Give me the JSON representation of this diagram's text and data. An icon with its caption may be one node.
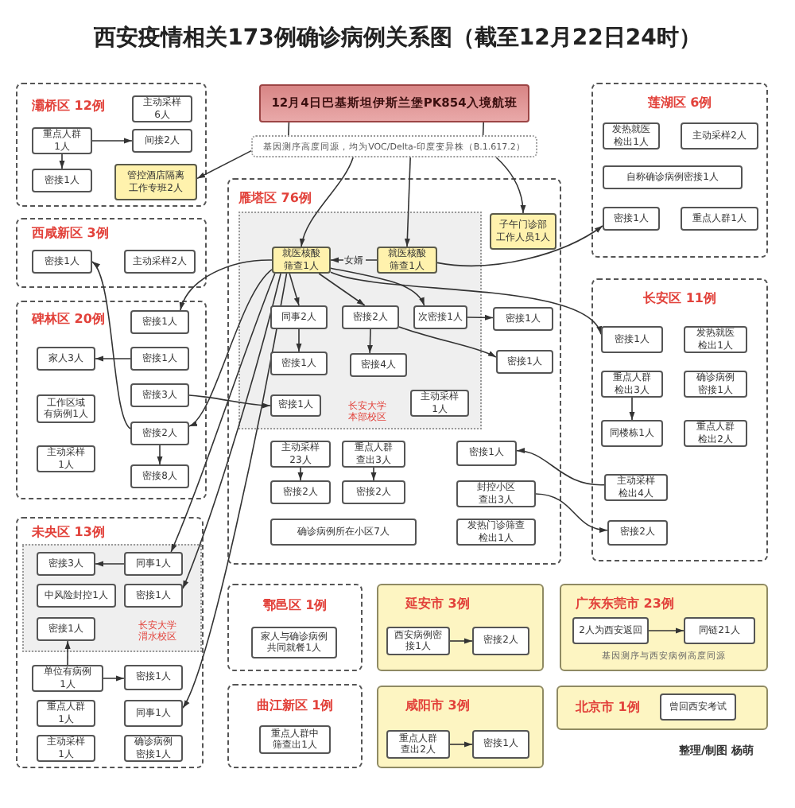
{
  "diagram": {
    "title": "西安疫情相关173例确诊病例关系图（截至12月22日24时）",
    "nodes": [
      {
        "text": [
          "灞桥区 12例"
        ]
      },
      {
        "text": [
          "主动采样6人"
        ],
        "in": 0
      },
      {
        "text": [
          "重点人群1人"
        ],
        "in": 0
      },
      {
        "text": [
          "间接2人"
        ],
        "in": 0
      },
      {
        "text": [
          "密接1人"
        ],
        "in": 0
      },
      {
        "text": [
          "管控酒店隔离工作专班2人"
        ],
        "in": 0
      },
      {
        "text": [
          "12月4日巴基斯坦伊斯兰堡PK854入境航班"
        ]
      },
      {
        "text": [
          "基因测序高度同源，均为VOC/Delta-印度变异株（B.1.617.2）"
        ]
      },
      {
        "text": [
          "莲湖区 6例"
        ]
      },
      {
        "text": [
          "发热就医检出1人"
        ],
        "in": 8
      },
      {
        "text": [
          "主动采样2人"
        ],
        "in": 8
      },
      {
        "text": [
          "自称确诊病例密接1人"
        ],
        "in": 8
      },
      {
        "text": [
          "密接1人"
        ],
        "in": 8
      },
      {
        "text": [
          "重点人群1人"
        ],
        "in": 8
      },
      {
        "text": [
          "西咸新区 3例"
        ]
      },
      {
        "text": [
          "密接1人"
        ],
        "in": 14
      },
      {
        "text": [
          "主动采样2人"
        ],
        "in": 14
      },
      {
        "text": [
          "雁塔区 76例"
        ]
      },
      {
        "text": [
          "长安大学本部校区"
        ],
        "in": 17
      },
      {
        "text": [
          "就医核酸筛查1人"
        ],
        "in": 18
      },
      {
        "text": [
          "就医核酸筛查1人"
        ],
        "in": 18
      },
      {
        "text": [
          "子午门诊部工作人员1人"
        ],
        "in": 17
      },
      {
        "text": [
          "同事2人"
        ],
        "in": 18
      },
      {
        "text": [
          "密接2人"
        ],
        "in": 18
      },
      {
        "text": [
          "次密接1人"
        ],
        "in": 18
      },
      {
        "text": [
          "密接1人"
        ],
        "in": 17
      },
      {
        "text": [
          "密接4人"
        ],
        "in": 18
      },
      {
        "text": [
          "密接1人"
        ],
        "in": 17
      },
      {
        "text": [
          "密接1人"
        ],
        "in": 18
      },
      {
        "text": [
          "主动采样1人"
        ],
        "in": 18
      },
      {
        "text": [
          "主动采样23人"
        ],
        "in": 17
      },
      {
        "text": [
          "重点人群查出3人"
        ],
        "in": 17
      },
      {
        "text": [
          "密接1人"
        ],
        "in": 17
      },
      {
        "text": [
          "密接2人"
        ],
        "in": 17
      },
      {
        "text": [
          "密接2人"
        ],
        "in": 17
      },
      {
        "text": [
          "封控小区查出3人"
        ],
        "in": 17
      },
      {
        "text": [
          "确诊病例所在小区7人"
        ],
        "in": 17
      },
      {
        "text": [
          "发热门诊筛查检出1人"
        ],
        "in": 17
      },
      {
        "text": [
          "碑林区 20例"
        ]
      },
      {
        "text": [
          "密接1人"
        ],
        "in": 38
      },
      {
        "text": [
          "家人3人"
        ],
        "in": 38
      },
      {
        "text": [
          "密接3人"
        ],
        "in": 38
      },
      {
        "text": [
          "工作区域有病例1人"
        ],
        "in": 38
      },
      {
        "text": [
          "密接2人"
        ],
        "in": 38
      },
      {
        "text": [
          "主动采样1人"
        ],
        "in": 38
      },
      {
        "text": [
          "密接8人"
        ],
        "in": 38
      },
      {
        "text": [
          "长安区 11例"
        ]
      },
      {
        "text": [
          "密接1人"
        ],
        "in": 46
      },
      {
        "text": [
          "发热就医检出1人"
        ],
        "in": 46
      },
      {
        "text": [
          "重点人群检出3人"
        ],
        "in": 46
      },
      {
        "text": [
          "确诊病例密接1人"
        ],
        "in": 46
      },
      {
        "text": [
          "同楼栋1人"
        ],
        "in": 46
      },
      {
        "text": [
          "重点人群检出2人"
        ],
        "in": 46
      },
      {
        "text": [
          "主动采样检出4人"
        ],
        "in": 46
      },
      {
        "text": [
          "密接2人"
        ],
        "in": 46
      },
      {
        "text": [
          "未央区 13例"
        ]
      },
      {
        "text": [
          "长安大学渭水校区"
        ],
        "in": 55
      },
      {
        "text": [
          "密接3人"
        ],
        "in": 56
      },
      {
        "text": [
          "同事1人"
        ],
        "in": 56
      },
      {
        "text": [
          "中风险封控1人"
        ],
        "in": 56
      },
      {
        "text": [
          "密接1人"
        ],
        "in": 56
      },
      {
        "text": [
          "密接1人"
        ],
        "in": 56
      },
      {
        "text": [
          "单位有病例1人"
        ],
        "in": 55
      },
      {
        "text": [
          "密接1人"
        ],
        "in": 55
      },
      {
        "text": [
          "重点人群1人"
        ],
        "in": 55
      },
      {
        "text": [
          "同事1人"
        ],
        "in": 55
      },
      {
        "text": [
          "主动采样1人"
        ],
        "in": 55
      },
      {
        "text": [
          "确诊病例密接1人"
        ],
        "in": 55
      },
      {
        "text": [
          "鄠邑区 1例"
        ]
      },
      {
        "text": [
          "家人与确诊病例共同就餐1人"
        ],
        "in": 68
      },
      {
        "text": [
          "曲江新区 1例"
        ]
      },
      {
        "text": [
          "重点人群中筛查出1人"
        ],
        "in": 70
      },
      {
        "text": [
          "延安市 3例"
        ]
      },
      {
        "text": [
          "西安病例密接1人"
        ],
        "in": 72
      },
      {
        "text": [
          "密接2人"
        ],
        "in": 72
      },
      {
        "text": [
          "咸阳市 3例"
        ]
      },
      {
        "text": [
          "重点人群查出2人"
        ],
        "in": 75
      },
      {
        "text": [
          "密接1人"
        ],
        "in": 75
      },
      {
        "text": [
          "广东东莞市 23例",
          "基因测序与西安病例高度同源"
        ]
      },
      {
        "text": [
          "2人为西安返回"
        ],
        "in": 78
      },
      {
        "text": [
          "同链21人"
        ],
        "in": 78
      },
      {
        "text": [
          "北京市 1例"
        ]
      },
      {
        "text": [
          "曾回西安考试"
        ],
        "in": 81
      },
      {
        "text": [
          "密接1人"
        ],
        "in": 18
      },
      {
        "text": [
          "密接1人"
        ],
        "in": 38
      }
    ],
    "edges": [
      {
        "from": 6,
        "to": 7,
        "arrow": "none"
      },
      {
        "from": 6,
        "to": 7,
        "arrow": "none"
      },
      {
        "from": 7,
        "to": 19,
        "arrow": "to"
      },
      {
        "from": 7,
        "to": 21,
        "arrow": "to"
      },
      {
        "from": 7,
        "to": 5,
        "arrow": "to"
      },
      {
        "from": 2,
        "to": 3,
        "arrow": "to"
      },
      {
        "from": 2,
        "to": 4,
        "arrow": "to"
      },
      {
        "from": 20,
        "to": 19,
        "arrow": "to",
        "label": "女婿"
      },
      {
        "from": 20,
        "to": 12,
        "arrow": "to"
      },
      {
        "from": 19,
        "to": 47,
        "arrow": "to"
      },
      {
        "from": 19,
        "to": 22,
        "arrow": "to"
      },
      {
        "from": 19,
        "to": 23,
        "arrow": "to"
      },
      {
        "from": 19,
        "to": 24,
        "arrow": "to"
      },
      {
        "from": 24,
        "to": 25,
        "arrow": "to"
      },
      {
        "from": 23,
        "to": 26,
        "arrow": "to"
      },
      {
        "from": 23,
        "to": 27,
        "arrow": "to"
      },
      {
        "from": 22,
        "to": 83,
        "arrow": "to"
      },
      {
        "from": 41,
        "to": 28,
        "arrow": "to"
      },
      {
        "from": 19,
        "to": 39,
        "arrow": "to"
      },
      {
        "from": 19,
        "to": 43,
        "arrow": "to"
      },
      {
        "from": 43,
        "to": 15,
        "arrow": "to"
      },
      {
        "from": 84,
        "to": 40,
        "arrow": "to"
      },
      {
        "from": 43,
        "to": 45,
        "arrow": "to"
      },
      {
        "from": 19,
        "to": 58,
        "arrow": "to"
      },
      {
        "from": 19,
        "to": 60,
        "arrow": "to"
      },
      {
        "from": 19,
        "to": 65,
        "arrow": "to"
      },
      {
        "from": 58,
        "to": 57,
        "arrow": "to"
      },
      {
        "from": 62,
        "to": 63,
        "arrow": "to"
      },
      {
        "from": 62,
        "to": 61,
        "arrow": "to"
      },
      {
        "from": 30,
        "to": 33,
        "arrow": "to"
      },
      {
        "from": 31,
        "to": 34,
        "arrow": "to"
      },
      {
        "from": 53,
        "to": 32,
        "arrow": "to"
      },
      {
        "from": 35,
        "to": 54,
        "arrow": "to"
      },
      {
        "from": 49,
        "to": 51,
        "arrow": "to"
      },
      {
        "from": 73,
        "to": 74,
        "arrow": "to"
      },
      {
        "from": 76,
        "to": 77,
        "arrow": "to"
      },
      {
        "from": 79,
        "to": 80,
        "arrow": "to"
      },
      {
        "from": 7,
        "to": 20,
        "arrow": "to"
      }
    ],
    "labels": [
      "整理/制图 杨萌"
    ]
  }
}
